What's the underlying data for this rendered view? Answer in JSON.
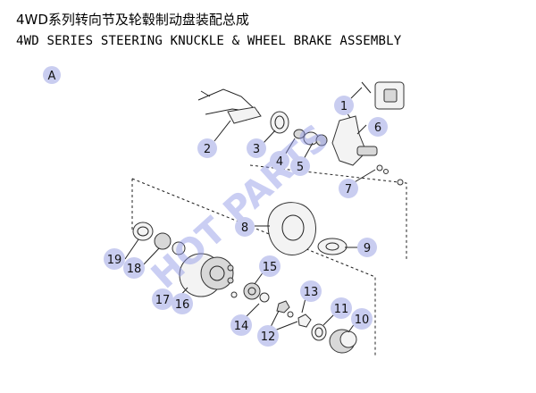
{
  "title_cn": "4WD系列转向节及轮毂制动盘装配总成",
  "title_en": "4WD SERIES STEERING KNUCKLE & WHEEL BRAKE ASSEMBLY",
  "section_label": "A",
  "watermark": "HOT PARTS",
  "callouts": [
    "1",
    "2",
    "3",
    "4",
    "5",
    "6",
    "7",
    "8",
    "9",
    "10",
    "11",
    "12",
    "13",
    "14",
    "15",
    "16",
    "17",
    "18",
    "19"
  ]
}
